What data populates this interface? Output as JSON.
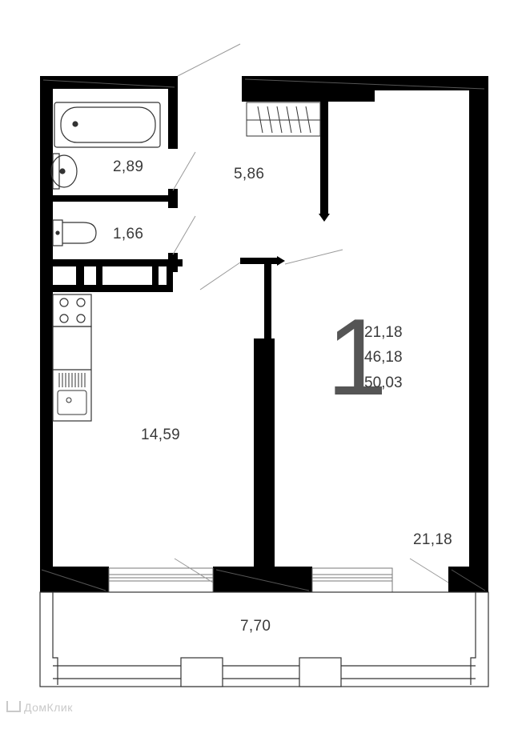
{
  "rooms": {
    "bathroom": "2,89",
    "toilet": "1,66",
    "hallway": "5,86",
    "kitchen": "14,59",
    "living_room": "21,18",
    "balcony": "7,70"
  },
  "summary": {
    "room_count": "1",
    "living_area": "21,18",
    "total_area": "46,18",
    "total_with_balcony": "50,03"
  },
  "watermark": "ДомКлик",
  "colors": {
    "wall": "#000000",
    "text": "#3a3a3a",
    "line": "#9a9a9a",
    "room_count": "#555555"
  }
}
